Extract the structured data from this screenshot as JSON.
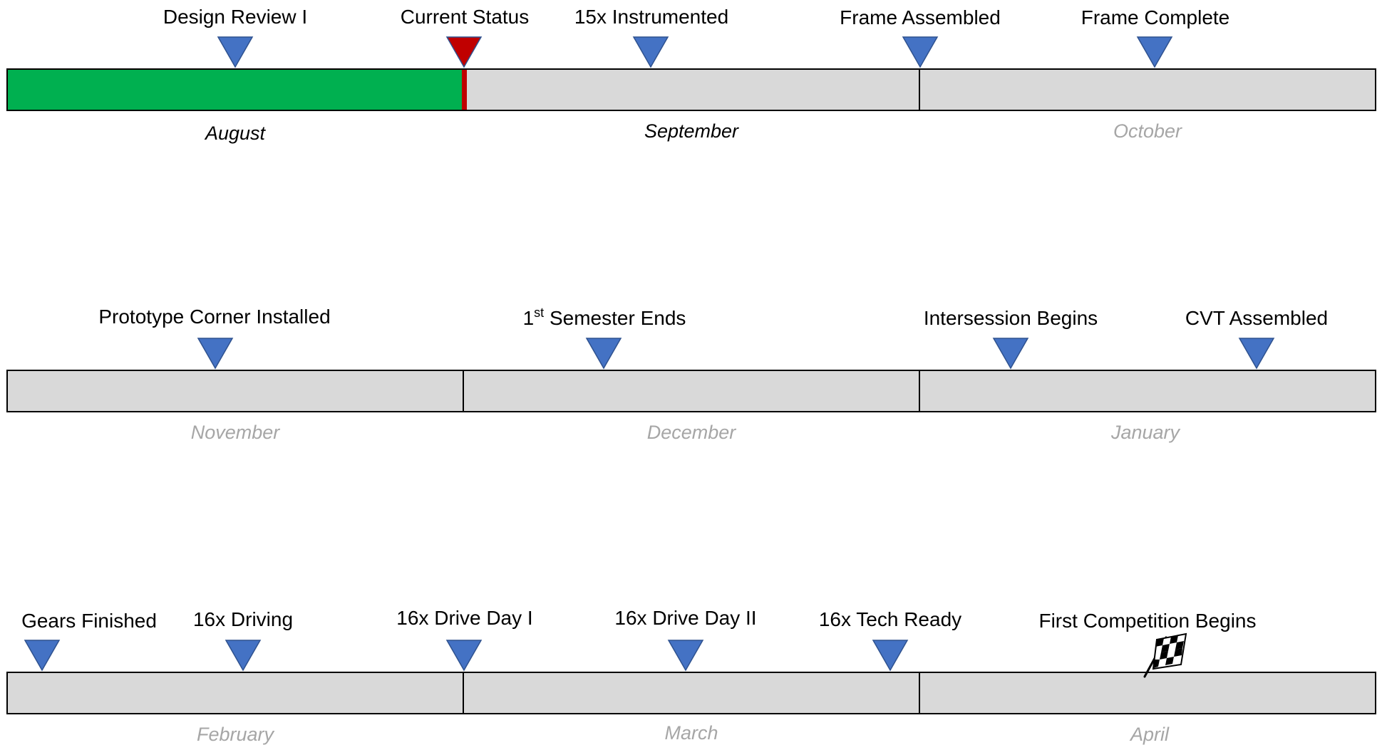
{
  "colors": {
    "bar_fill": "#d9d9d9",
    "bar_stroke": "#000000",
    "progress_fill": "#00b050",
    "current_marker": "#c00000",
    "milestone_marker": "#4472c4",
    "milestone_marker_stroke": "#2f528f",
    "month_active": "#000000",
    "month_inactive": "#a6a6a6"
  },
  "progress": {
    "fraction_of_first_row": 0.3333
  },
  "rows": [
    {
      "months": [
        {
          "name": "August",
          "active": true
        },
        {
          "name": "September",
          "active": true
        },
        {
          "name": "October",
          "active": false
        }
      ],
      "milestones": [
        {
          "label": "Design Review I",
          "marker": "blue-triangle"
        },
        {
          "label": "Current Status",
          "marker": "red-triangle"
        },
        {
          "label": "15x Instrumented",
          "marker": "blue-triangle"
        },
        {
          "label": "Frame Assembled",
          "marker": "blue-triangle"
        },
        {
          "label": "Frame Complete",
          "marker": "blue-triangle"
        }
      ]
    },
    {
      "months": [
        {
          "name": "November",
          "active": false
        },
        {
          "name": "December",
          "active": false
        },
        {
          "name": "January",
          "active": false
        }
      ],
      "milestones": [
        {
          "label": "Prototype Corner Installed",
          "marker": "blue-triangle"
        },
        {
          "label": "1",
          "sup": "st",
          "label_rest": " Semester Ends",
          "marker": "blue-triangle"
        },
        {
          "label": "Intersession Begins",
          "marker": "blue-triangle"
        },
        {
          "label": "CVT Assembled",
          "marker": "blue-triangle"
        }
      ]
    },
    {
      "months": [
        {
          "name": "February",
          "active": false
        },
        {
          "name": "March",
          "active": false
        },
        {
          "name": "April",
          "active": false
        }
      ],
      "milestones": [
        {
          "label": "Gears Finished",
          "marker": "blue-triangle"
        },
        {
          "label": "16x Driving",
          "marker": "blue-triangle"
        },
        {
          "label": "16x Drive Day I",
          "marker": "blue-triangle"
        },
        {
          "label": "16x Drive Day II",
          "marker": "blue-triangle"
        },
        {
          "label": "16x Tech Ready",
          "marker": "blue-triangle"
        },
        {
          "label": "First Competition Begins",
          "marker": "checkered-flag-icon"
        }
      ]
    }
  ]
}
